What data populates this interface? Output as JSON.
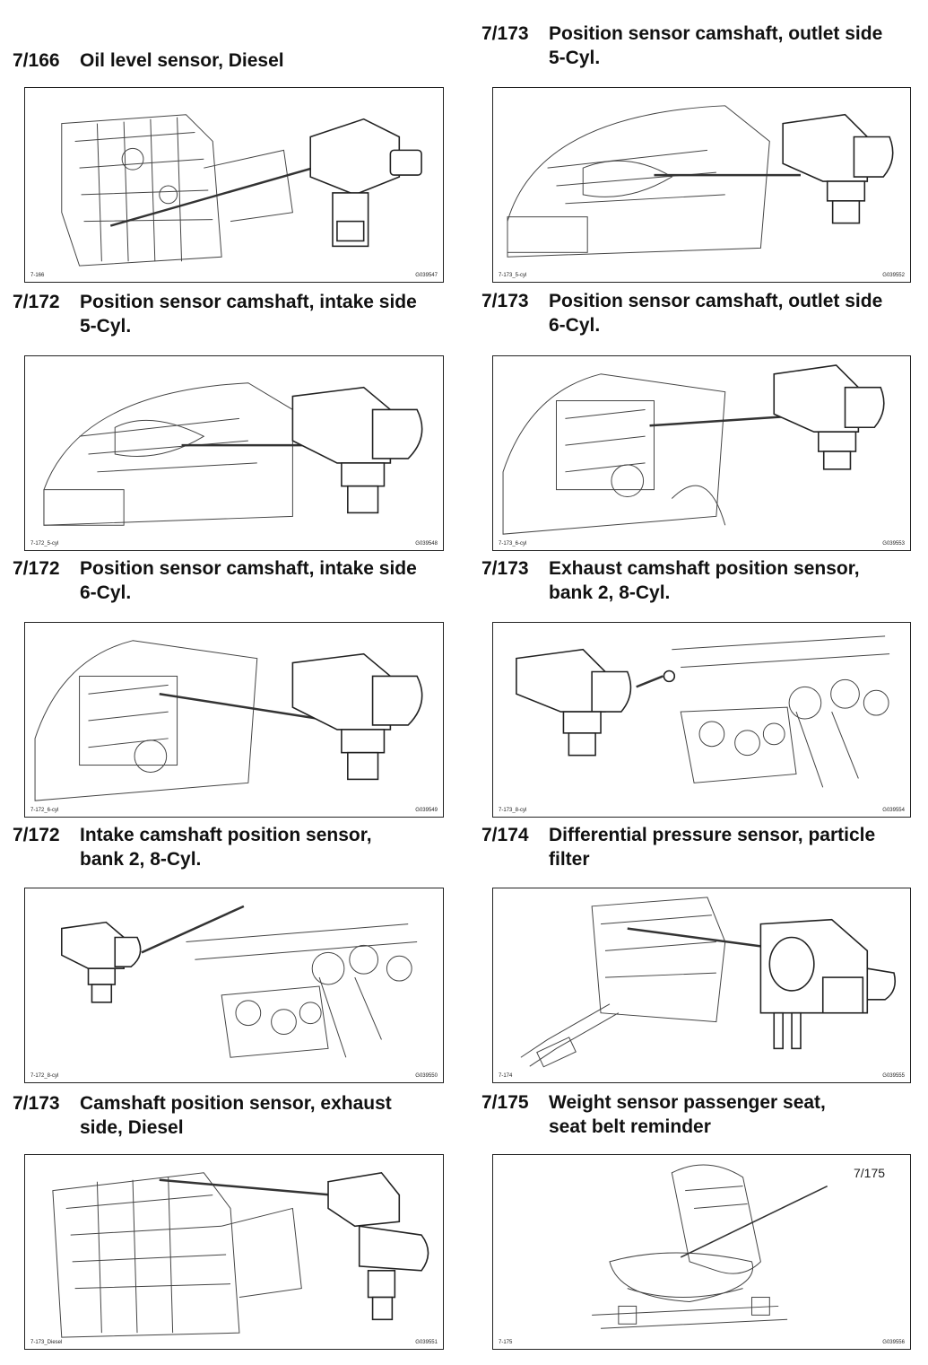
{
  "sections": [
    {
      "num": "7/166",
      "title": "Oil level sensor, Diesel",
      "code_left": "7-166",
      "code_right": "G039547"
    },
    {
      "num": "7/173",
      "title": "Position sensor camshaft, outlet side\n5-Cyl.",
      "code_left": "7-173_5-cyl",
      "code_right": "G039552"
    },
    {
      "num": "7/172",
      "title": "Position sensor camshaft, intake side\n5-Cyl.",
      "code_left": "7-172_5-cyl",
      "code_right": "G039548"
    },
    {
      "num": "7/173",
      "title": "Position sensor camshaft, outlet side\n6-Cyl.",
      "code_left": "7-173_6-cyl",
      "code_right": "G039553"
    },
    {
      "num": "7/172",
      "title": "Position sensor camshaft, intake side\n6-Cyl.",
      "code_left": "7-172_6-cyl",
      "code_right": "G039549"
    },
    {
      "num": "7/173",
      "title": "Exhaust camshaft position sensor,\nbank 2, 8-Cyl.",
      "code_left": "7-173_8-cyl",
      "code_right": "G039554"
    },
    {
      "num": "7/172",
      "title": "Intake camshaft position sensor,\nbank 2, 8-Cyl.",
      "code_left": "7-172_8-cyl",
      "code_right": "G039550"
    },
    {
      "num": "7/174",
      "title": "Differential pressure sensor, particle\nfilter",
      "code_left": "7-174",
      "code_right": "G039555"
    },
    {
      "num": "7/173",
      "title": "Camshaft position sensor, exhaust\nside, Diesel",
      "code_left": "7-173_Diesel",
      "code_right": "G039551"
    },
    {
      "num": "7/175",
      "title": "Weight sensor passenger seat,\nseat belt reminder",
      "code_left": "7-175",
      "code_right": "G039556",
      "callout": "7/175"
    }
  ]
}
